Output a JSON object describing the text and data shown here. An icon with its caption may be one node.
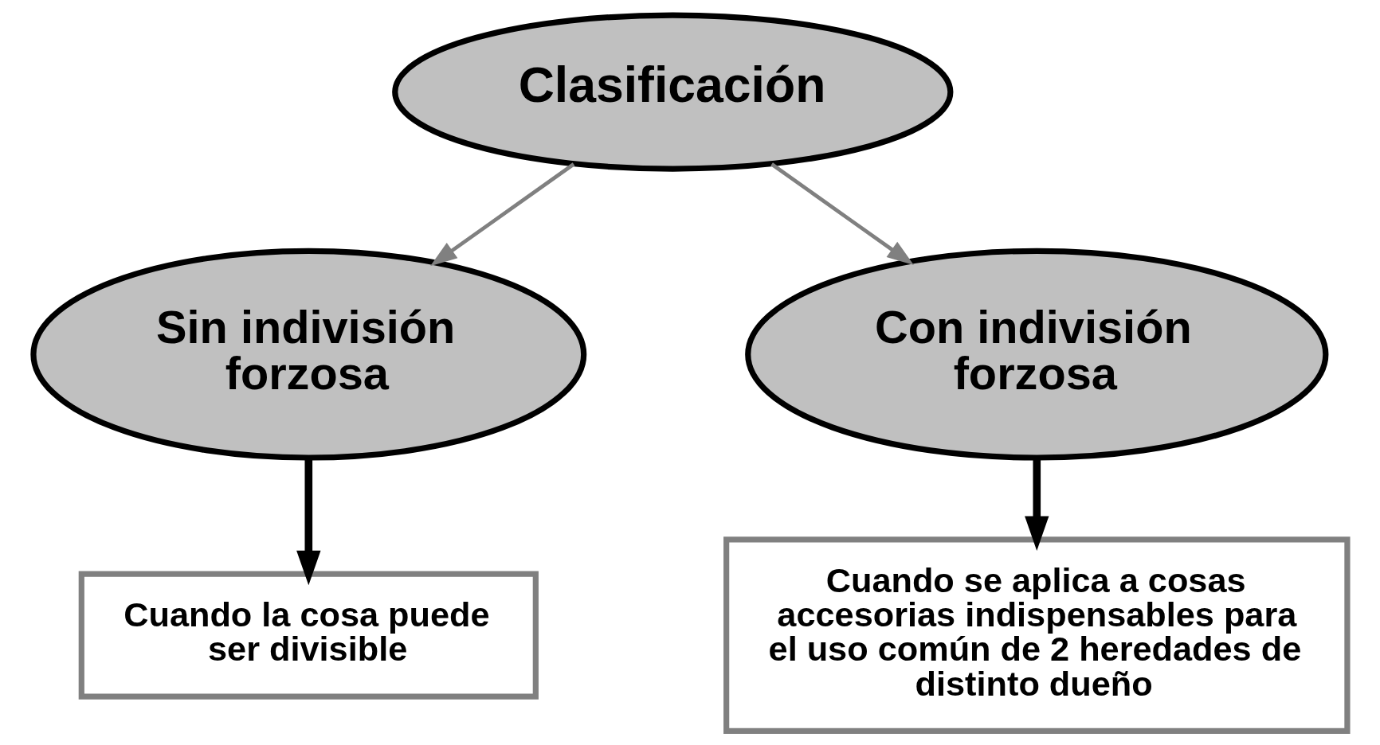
{
  "diagram": {
    "nodes": [
      {
        "text": [
          "Clasificación"
        ]
      },
      {
        "text": [
          "Sin indivisión forzosa"
        ]
      },
      {
        "text": [
          "Con indivisión forzosa"
        ]
      },
      {
        "text": [
          "Cuando la cosa puede ser divisible"
        ]
      },
      {
        "text": [
          "Cuando se aplica a cosas accesorias indispensables para el uso común de 2 heredades de distinto dueño"
        ]
      }
    ],
    "edges": [
      {
        "from": 0,
        "to": 1,
        "arrow": "to",
        "color": "#808080"
      },
      {
        "from": 0,
        "to": 2,
        "arrow": "to",
        "color": "#808080"
      },
      {
        "from": 1,
        "to": 3,
        "arrow": "to",
        "style": "thick",
        "color": "#000000"
      },
      {
        "from": 2,
        "to": 4,
        "arrow": "to",
        "style": "thick",
        "color": "#000000"
      }
    ]
  }
}
